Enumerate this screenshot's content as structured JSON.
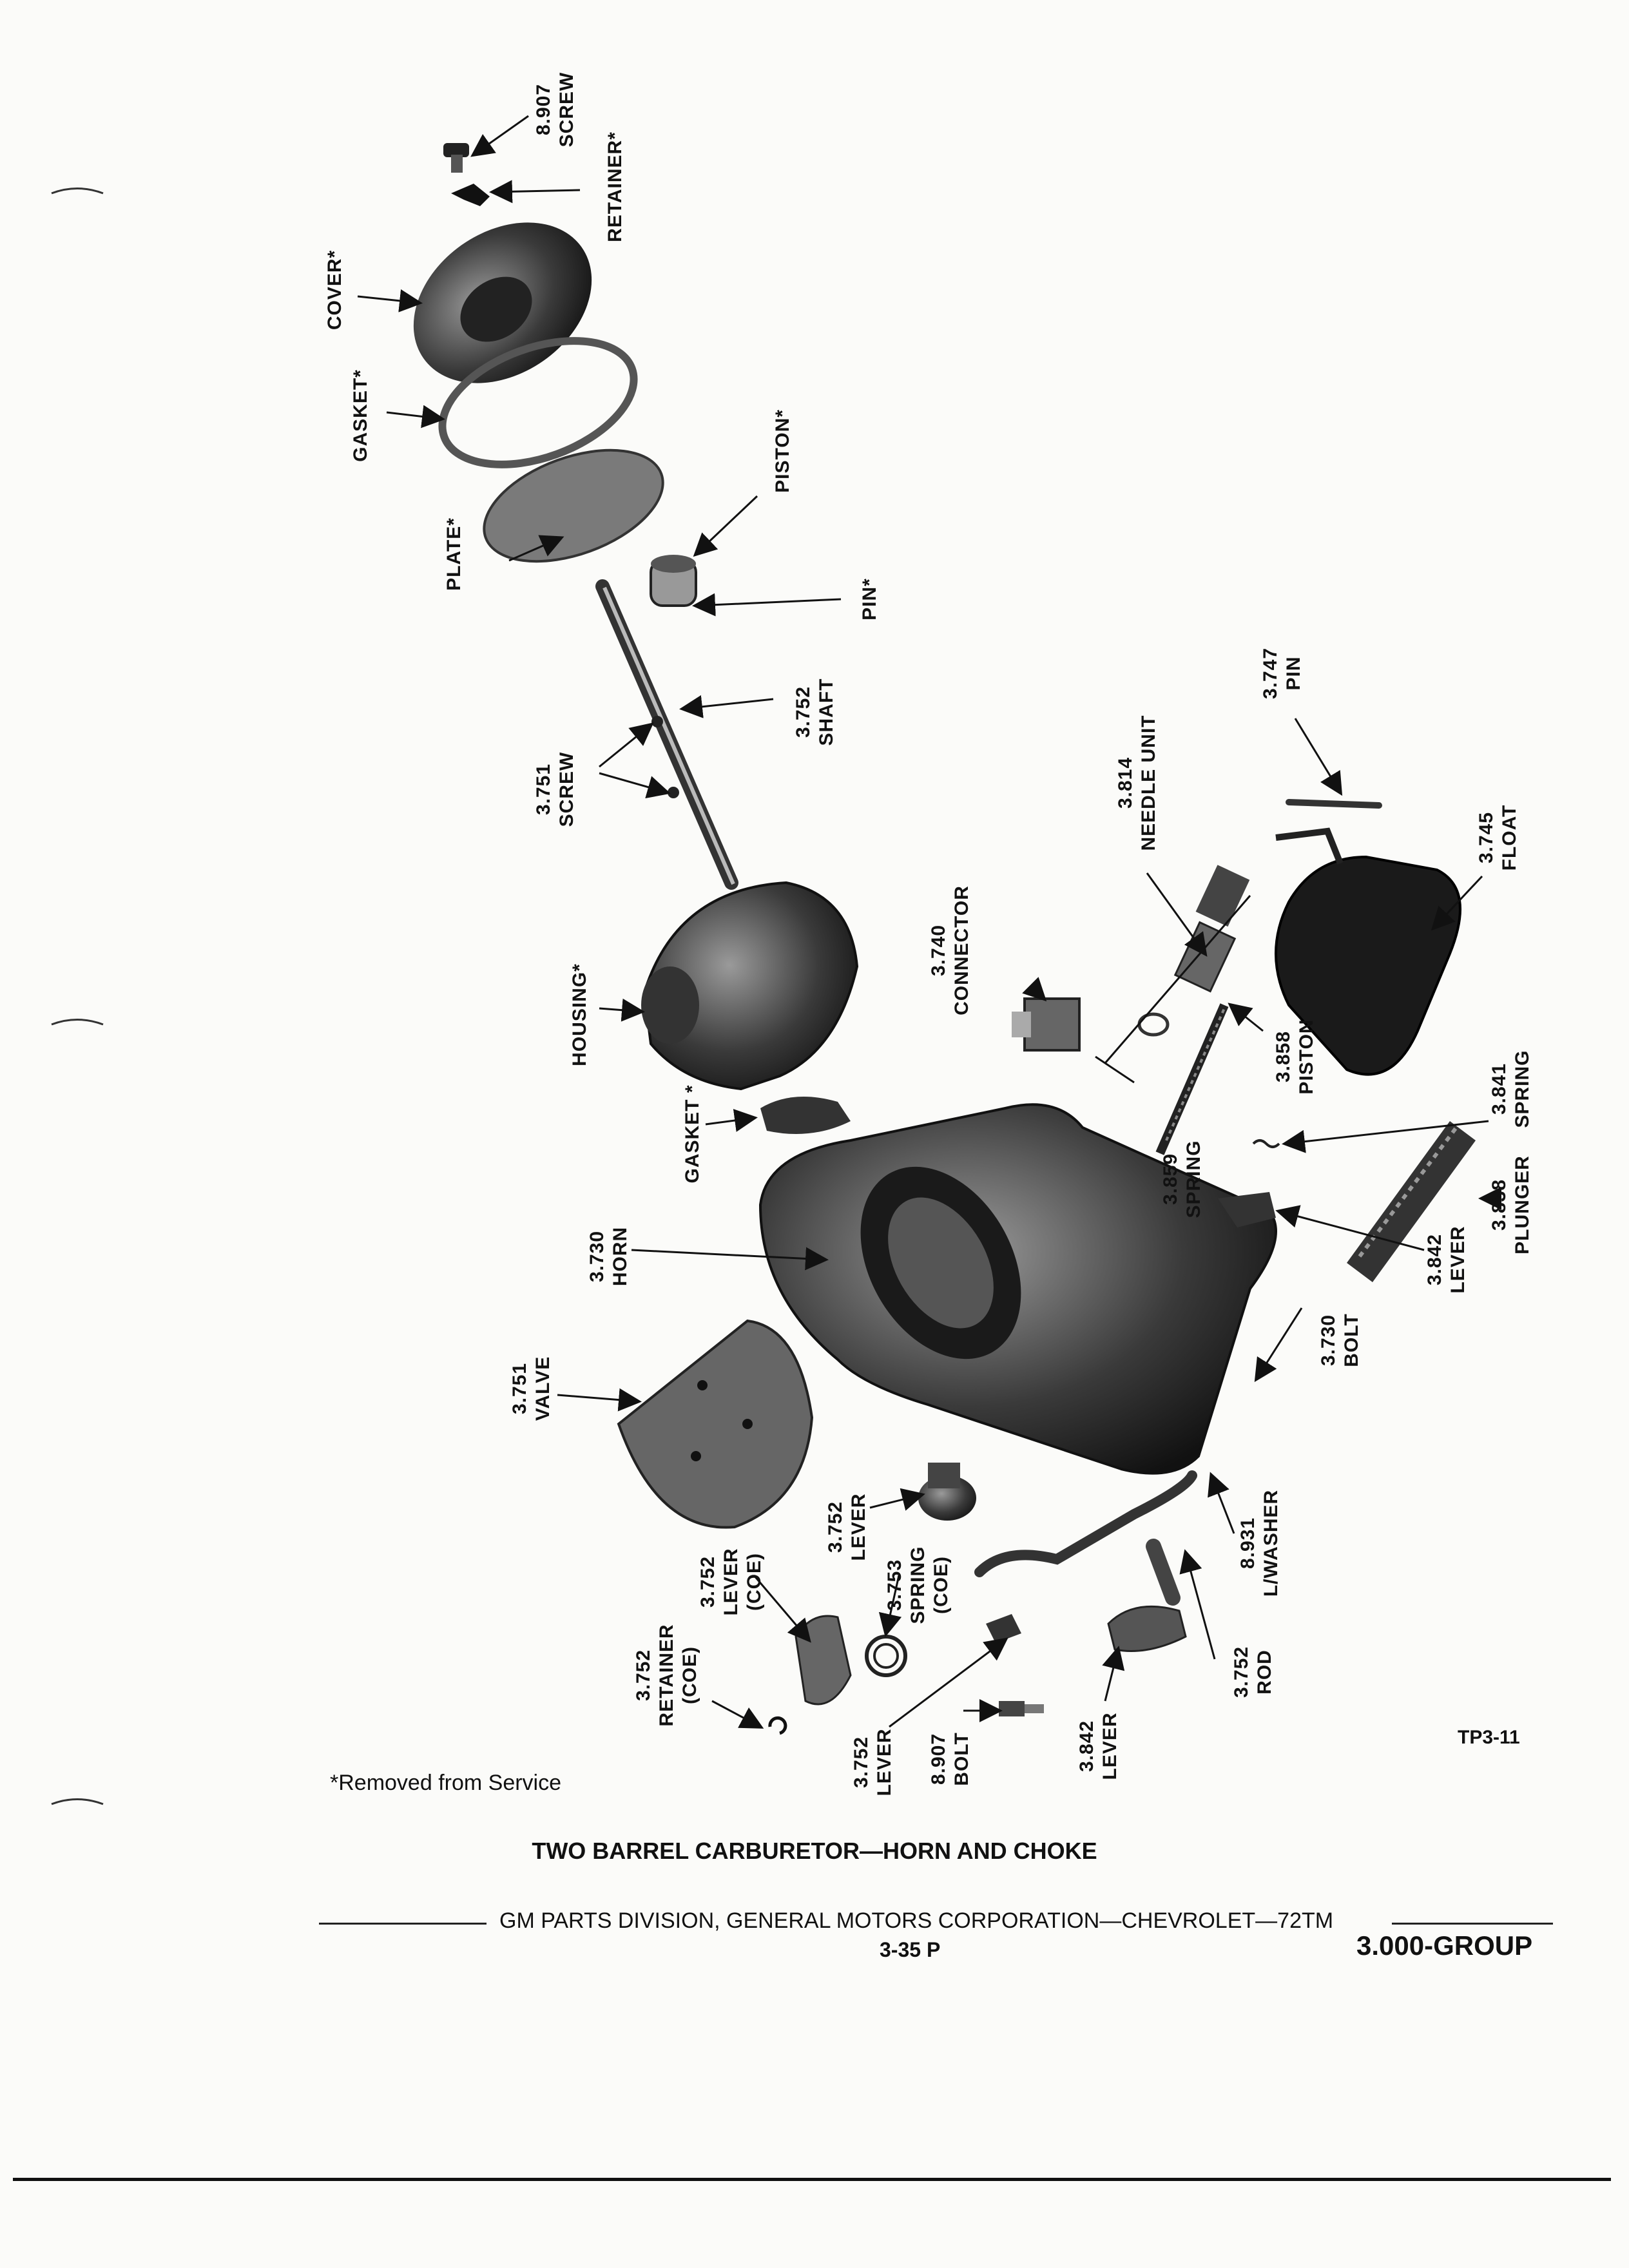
{
  "labels": {
    "screw_top": "8.907\nSCREW",
    "retainer_top": "RETAINER*",
    "cover": "COVER*",
    "gasket_top": "GASKET*",
    "piston_top": "PISTON*",
    "plate": "PLATE*",
    "pin_star": "PIN*",
    "shaft": "3.752\nSHAFT",
    "screw_shaft": "3.751\nSCREW",
    "pin_3747": "3.747\nPIN",
    "needle_unit": "3.814\nNEEDLE UNIT",
    "float": "3.745\nFLOAT",
    "connector": "3.740\nCONNECTOR",
    "housing": "HOUSING*",
    "piston_3858": "3.858\nPISTON",
    "spring_3841": "3.841\nSPRING",
    "gasket_mid": "GASKET *",
    "spring_3859": "3.859\nSPRING",
    "plunger": "3.838\nPLUNGER",
    "horn": "3.730\nHORN",
    "lever_3842_right": "3.842\nLEVER",
    "bolt_3730": "3.730\nBOLT",
    "valve": "3.751\nVALVE",
    "lever_3752": "3.752\nLEVER",
    "washer": "8.931\nL/WASHER",
    "lever_coe": "3.752\nLEVER\n(COE)",
    "spring_coe": "3.753\nSPRING\n(COE)",
    "retainer_coe": "3.752\nRETAINER\n(COE)",
    "rod": "3.752\nROD",
    "lever_bottom": "3.752\nLEVER",
    "bolt_8907": "8.907\nBOLT",
    "lever_3842_bottom": "3.842\nLEVER"
  },
  "code": "TP3-11",
  "footnote": "*Removed from Service",
  "title": "TWO BARREL CARBURETOR—HORN AND CHOKE",
  "footer": "GM PARTS DIVISION, GENERAL MOTORS CORPORATION—CHEVROLET—72TM",
  "page_number": "3-35 P",
  "group": "3.000-GROUP"
}
